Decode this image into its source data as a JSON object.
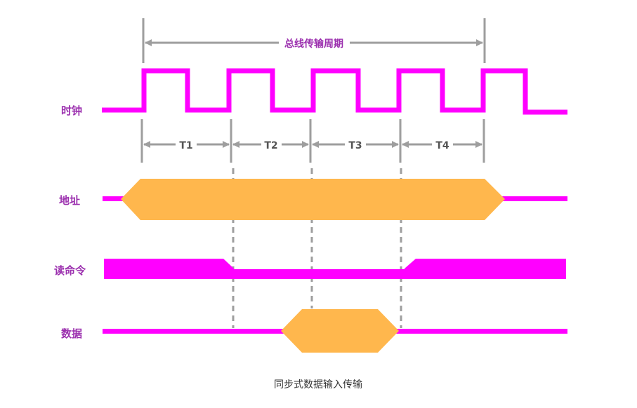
{
  "diagram": {
    "title": "总线传输周期",
    "caption": "同步式数据输入传输",
    "signals": {
      "clock": "时钟",
      "address": "地址",
      "read_command": "读命令",
      "data": "数据"
    },
    "phases": [
      "T1",
      "T2",
      "T3",
      "T4"
    ],
    "colors": {
      "signal": "#ff00ff",
      "bus": "#ffb74d",
      "dimension": "#9e9e9e",
      "label": "#9b2fae"
    }
  }
}
